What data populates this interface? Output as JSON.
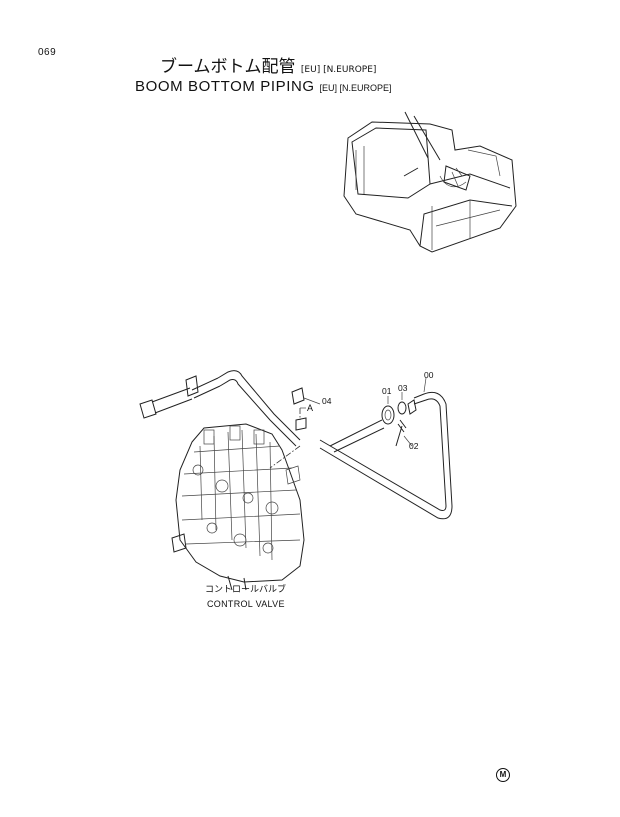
{
  "page_number": "069",
  "title_jp": "ブームボトム配管",
  "title_jp_tags": "[EU] [N.EUROPE]",
  "title_en": "BOOM BOTTOM PIPING",
  "title_en_tags": "[EU] [N.EUROPE]",
  "callouts": {
    "c00": "00",
    "c01": "01",
    "c02": "02",
    "c03": "03",
    "c04": "04",
    "cA": "A"
  },
  "control_valve_jp": "コントロールバルブ",
  "control_valve_en": "CONTROL VALVE",
  "corner_mark": "M",
  "icons": [
    "excavator-overview-icon",
    "control-valve-icon",
    "pipe-assembly-icon",
    "m-circle-mark-icon"
  ]
}
